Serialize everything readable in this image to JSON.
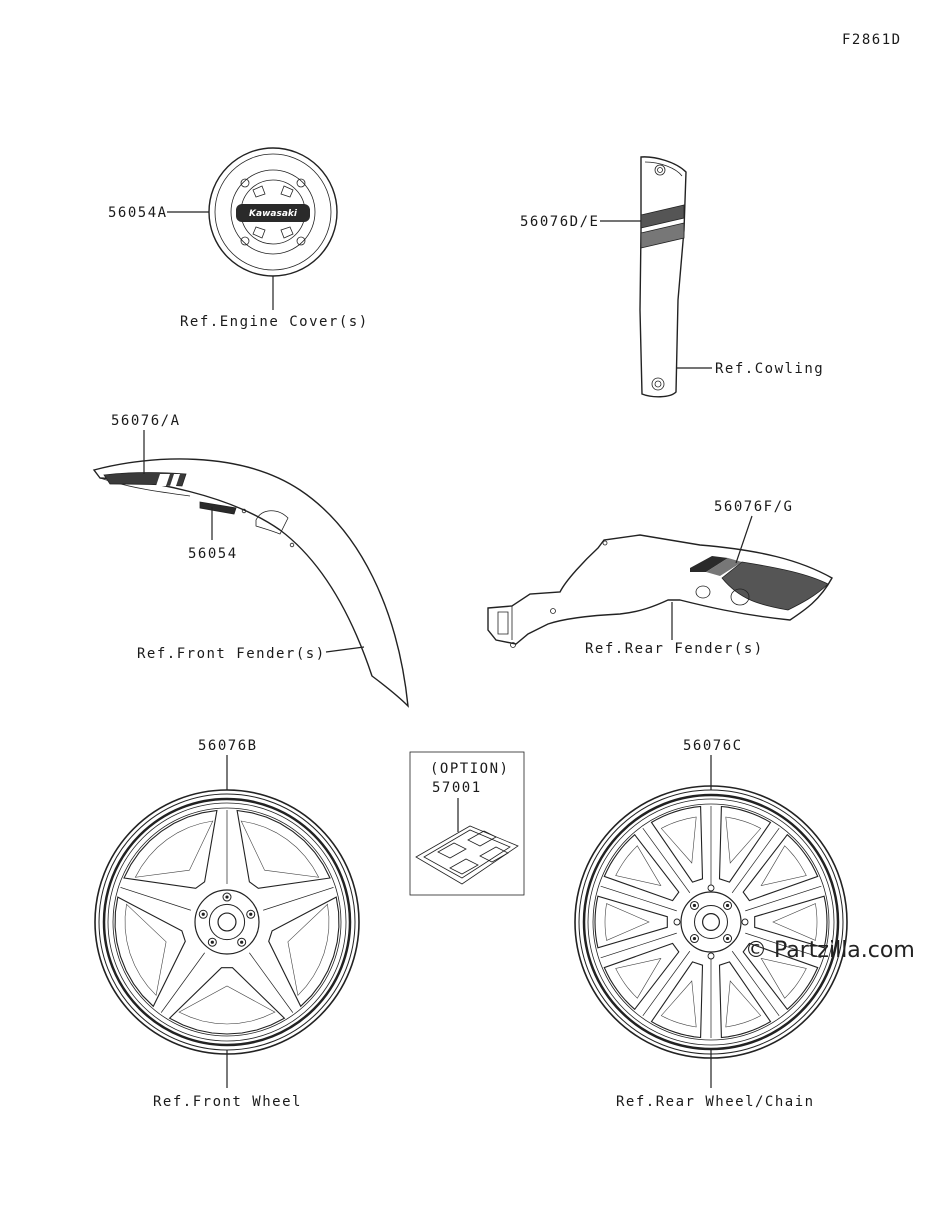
{
  "diagram_id": "F2861D",
  "watermark": "© Partzilla.com",
  "badge_text": "Kawasaki",
  "callouts": {
    "engine_cover_part": "56054A",
    "engine_cover_ref": "Ref.Engine Cover(s)",
    "cowling_part": "56076D/E",
    "cowling_ref": "Ref.Cowling",
    "front_fender_part_top": "56076/A",
    "front_fender_part_emblem": "56054",
    "front_fender_ref": "Ref.Front Fender(s)",
    "rear_fender_part": "56076F/G",
    "rear_fender_ref": "Ref.Rear Fender(s)",
    "front_wheel_part": "56076B",
    "front_wheel_ref": "Ref.Front Wheel",
    "rear_wheel_part": "56076C",
    "rear_wheel_ref": "Ref.Rear Wheel/Chain",
    "option_label": "(OPTION)",
    "option_part": "57001"
  }
}
